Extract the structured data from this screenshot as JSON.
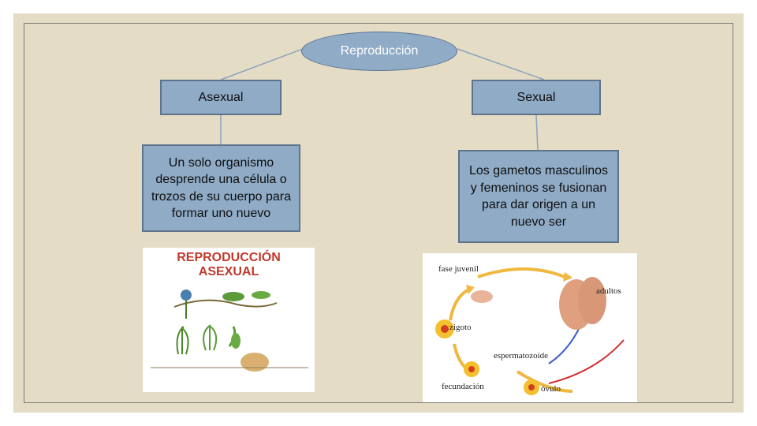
{
  "root": {
    "label": "Reproducción"
  },
  "asexual": {
    "title": "Asexual",
    "description": "Un solo organismo desprende una célula o trozos de su cuerpo para formar uno nuevo",
    "image": {
      "title": "REPRODUCCIÓN ASEXUAL"
    }
  },
  "sexual": {
    "title": "Sexual",
    "description": "Los gametos masculinos y femeninos se fusionan para dar origen a un nuevo ser",
    "image": {
      "labels": {
        "fase_juvenil": "fase juvenil",
        "adultos": "adultos",
        "zigoto": "zigoto",
        "espermatozoide": "espermatozoide",
        "fecundacion": "fecundación",
        "ovulo": "óvulo"
      }
    }
  },
  "colors": {
    "box_fill": "#8fabc6",
    "box_border": "#5f738a",
    "background": "#e5dcc6",
    "asexual_title": "#c0392b"
  }
}
